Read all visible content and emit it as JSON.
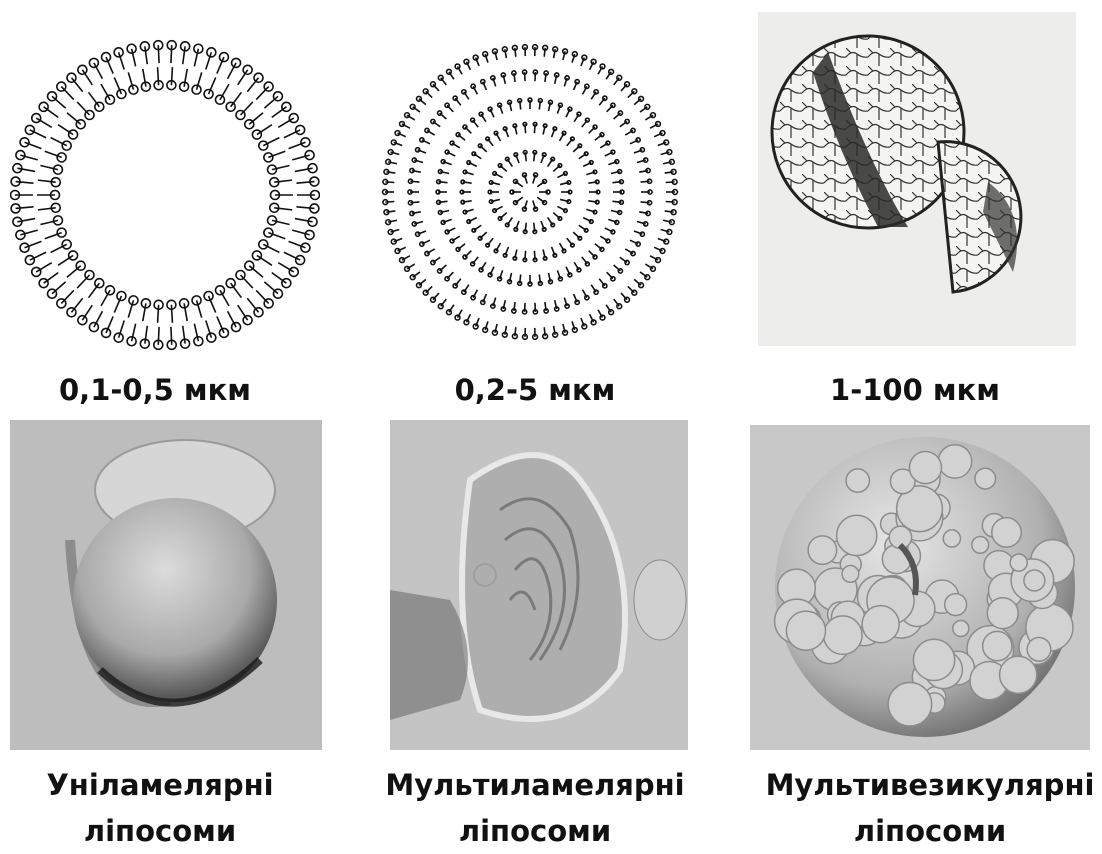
{
  "sizes": {
    "unilamellar": "0,1-0,5 мкм",
    "multilamellar": "0,2-5 мкм",
    "multivesicular": "1-100 мкм"
  },
  "names": {
    "unilamellar": {
      "line1": "Уніламелярні",
      "line2": "ліпосоми"
    },
    "multilamellar": {
      "line1": "Мультиламелярні",
      "line2": "ліпосоми"
    },
    "multivesicular": {
      "line1": "Мультивезикулярні",
      "line2": "ліпосоми"
    }
  }
}
